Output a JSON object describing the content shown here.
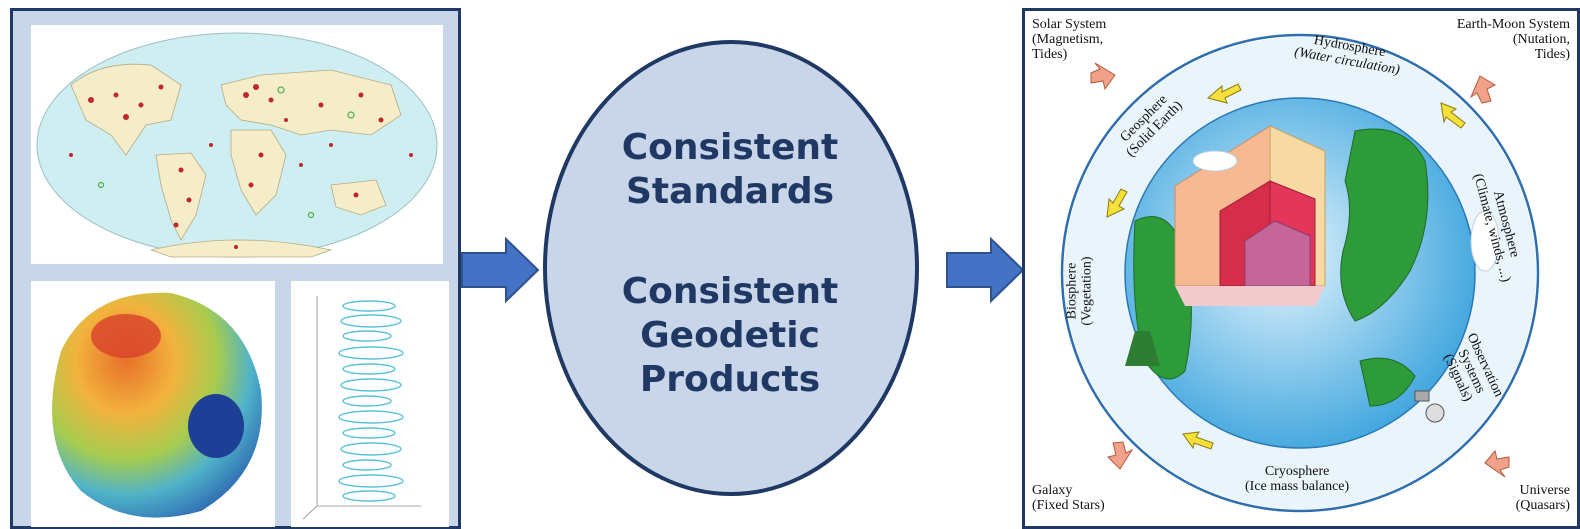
{
  "center": {
    "line1": "Consistent",
    "line2": "Standards",
    "line3": "Consistent",
    "line4": "Geodetic",
    "line5": "Products"
  },
  "corners": {
    "solar_system": [
      "Solar System",
      "(Magnetism,",
      "Tides)"
    ],
    "earth_moon": [
      "Earth-Moon System",
      "(Nutation,",
      "Tides)"
    ],
    "galaxy": [
      "Galaxy",
      "(Fixed Stars)"
    ],
    "universe": [
      "Universe",
      "(Quasars)"
    ]
  },
  "spheres": {
    "hydrosphere": [
      "Hydrosphere",
      "(Water circulation)"
    ],
    "geosphere": [
      "Geosphere",
      "(Solid Earth)"
    ],
    "atmosphere": [
      "Atmosphere",
      "(Climate, winds, ...)"
    ],
    "biosphere": [
      "Biosphere",
      "(Vegetation)"
    ],
    "observation": [
      "Observation",
      "Systems",
      "(Signals)"
    ],
    "cryosphere": [
      "Cryosphere",
      "(Ice mass balance)"
    ]
  },
  "colors": {
    "panel_fill": "#c9d6ea",
    "border": "#1f3864",
    "arrow": "#4472c4",
    "circle_fill": "#c9d6ea"
  }
}
